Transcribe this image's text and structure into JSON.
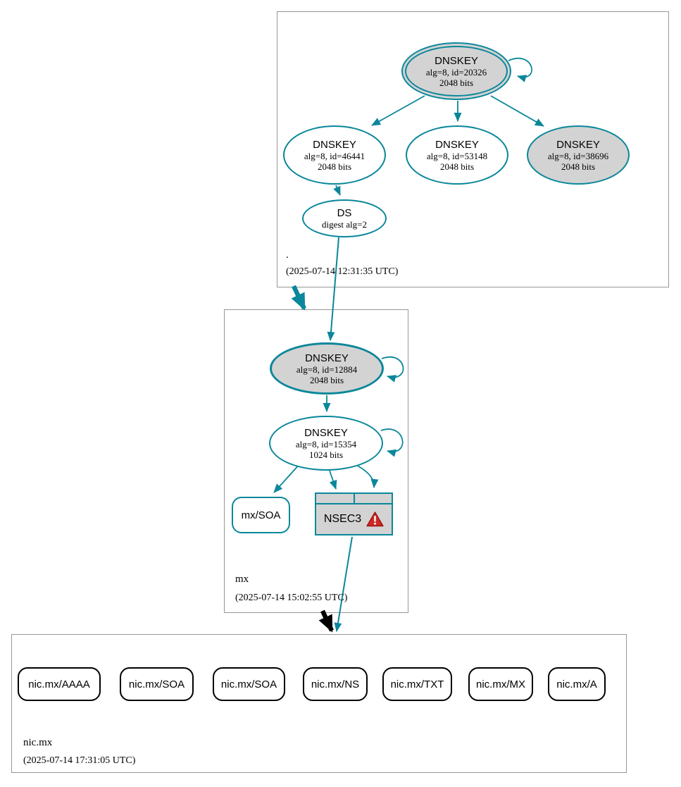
{
  "diagram_type": "dnssec-authentication-graph",
  "colors": {
    "secure_edge": "#0a879a",
    "insecure_edge": "#000000",
    "warning_red": "#cf2a27",
    "ksk_fill": "#d3d3d3",
    "node_fill": "#ffffff",
    "zone_box_border": "#979797"
  },
  "zones": [
    {
      "label": ".",
      "timestamp": "(2025-07-14 12:31:35 UTC)",
      "nodes": {
        "ksk": {
          "title": "DNSKEY",
          "detail1": "alg=8, id=20326",
          "detail2": "2048 bits"
        },
        "zsk1": {
          "title": "DNSKEY",
          "detail1": "alg=8, id=46441",
          "detail2": "2048 bits"
        },
        "zsk2": {
          "title": "DNSKEY",
          "detail1": "alg=8, id=53148",
          "detail2": "2048 bits"
        },
        "zsk3": {
          "title": "DNSKEY",
          "detail1": "alg=8, id=38696",
          "detail2": "2048 bits"
        },
        "ds": {
          "title": "DS",
          "detail1": "digest alg=2"
        }
      }
    },
    {
      "label": "mx",
      "timestamp": "(2025-07-14 15:02:55 UTC)",
      "nodes": {
        "ksk": {
          "title": "DNSKEY",
          "detail1": "alg=8, id=12884",
          "detail2": "2048 bits"
        },
        "zsk": {
          "title": "DNSKEY",
          "detail1": "alg=8, id=15354",
          "detail2": "1024 bits"
        },
        "soa": {
          "label": "mx/SOA"
        },
        "nsec3": {
          "label": "NSEC3",
          "icon": "warning-icon"
        }
      }
    },
    {
      "label": "nic.mx",
      "timestamp": "(2025-07-14 17:31:05 UTC)",
      "rrsets": [
        "nic.mx/AAAA",
        "nic.mx/SOA",
        "nic.mx/SOA",
        "nic.mx/NS",
        "nic.mx/TXT",
        "nic.mx/MX",
        "nic.mx/A"
      ]
    }
  ]
}
